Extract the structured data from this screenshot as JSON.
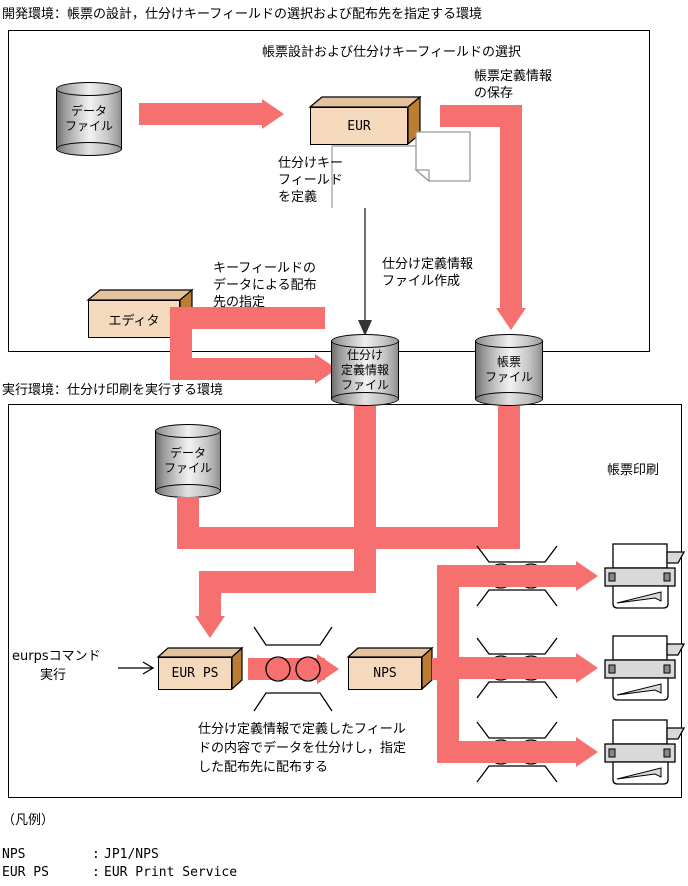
{
  "diagram": {
    "dev_env_caption": "開発環境：帳票の設計，仕分けキーフィールドの選択および配布先を指定する環境",
    "dev_env_title": "帳票設計および仕分けキーフィールドの選択",
    "run_env_caption": "実行環境：仕分け印刷を実行する環境",
    "print_section_label": "帳票印刷"
  },
  "nodes": {
    "data_file_top": "データ\nファイル",
    "data_file_top_l1": "データ",
    "data_file_top_l2": "ファイル",
    "eur": "EUR",
    "editor": "エディタ",
    "sort_def_file_l1": "仕分け",
    "sort_def_file_l2": "定義情報",
    "sort_def_file_l3": "ファイル",
    "form_file_l1": "帳票",
    "form_file_l2": "ファイル",
    "data_file_bottom_l1": "データ",
    "data_file_bottom_l2": "ファイル",
    "eur_ps": "EUR PS",
    "nps": "NPS"
  },
  "labels": {
    "define_sort_key": "仕分けキー\nフィールド\nを定義",
    "define_sort_key_l1": "仕分けキー",
    "define_sort_key_l2": "フィールド",
    "define_sort_key_l3": "を定義",
    "save_form_def": "帳票定義情報\nの保存",
    "save_form_def_l1": "帳票定義情報",
    "save_form_def_l2": "の保存",
    "create_sort_def_file_l1": "仕分け定義情報",
    "create_sort_def_file_l2": "ファイル作成",
    "key_field_dest_l1": "キーフィールドの",
    "key_field_dest_l2": "データによる配布",
    "key_field_dest_l3": "先の指定",
    "eurps_command_l1": "eurpsコマンド",
    "eurps_command_l2": "実行",
    "bottom_note_l1": "仕分け定義情報で定義したフィール",
    "bottom_note_l2": "ドの内容でデータを仕分けし，指定",
    "bottom_note_l3": "した配布先に配布する"
  },
  "legend": {
    "title": "（凡例）",
    "entries": [
      {
        "term": "NPS",
        "sep": ":",
        "definition": "JP1/NPS"
      },
      {
        "term": "EUR PS",
        "sep": ":",
        "definition": "EUR Print Service"
      }
    ]
  },
  "colors": {
    "arrow": "#f5706e",
    "box_front": "#f4d9bd",
    "box_top": "#e5c29e",
    "box_side": "#bb7d33",
    "printer_body": "#d9d9d9",
    "outline": "#000000",
    "doc_outline": "#999999"
  },
  "icons": {
    "printer": "printer-icon",
    "network": "network-icon",
    "cylinder": "database-cylinder-icon",
    "document": "document-icon",
    "thin_arrow": "thin-arrow-icon"
  }
}
